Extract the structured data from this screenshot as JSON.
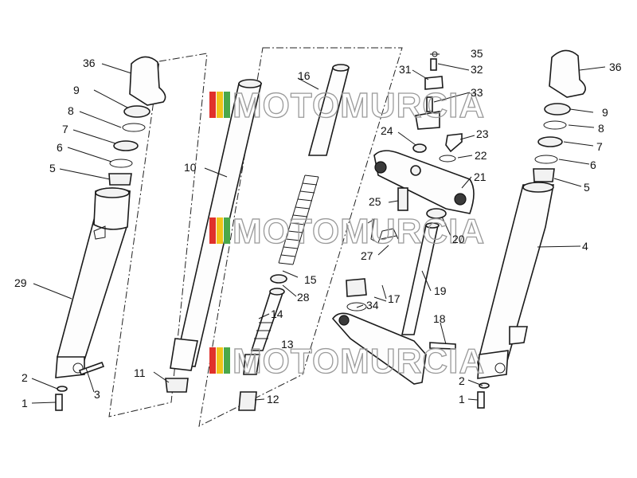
{
  "diagram": {
    "labels": {
      "l1a": "1",
      "l1b": "1",
      "l2a": "2",
      "l2b": "2",
      "l3": "3",
      "l4": "4",
      "l5a": "5",
      "l5b": "5",
      "l6a": "6",
      "l6b": "6",
      "l7a": "7",
      "l7b": "7",
      "l8a": "8",
      "l8b": "8",
      "l9a": "9",
      "l9b": "9",
      "l10": "10",
      "l11": "11",
      "l12": "12",
      "l13": "13",
      "l14": "14",
      "l15": "15",
      "l16": "16",
      "l17": "17",
      "l18": "18",
      "l19": "19",
      "l20": "20",
      "l21": "21",
      "l22": "22",
      "l23": "23",
      "l24": "24",
      "l25": "25",
      "l27": "27",
      "l28": "28",
      "l29": "29",
      "l31": "31",
      "l32": "32",
      "l33": "33",
      "l34": "34",
      "l35": "35",
      "l36a": "36",
      "l36b": "36"
    },
    "watermark": "MOTOMURCIA",
    "watermark_colors": {
      "red": "#e0312b",
      "yellow": "#f0c419",
      "green": "#4aa84a",
      "gray": "#9a9a9a"
    }
  }
}
